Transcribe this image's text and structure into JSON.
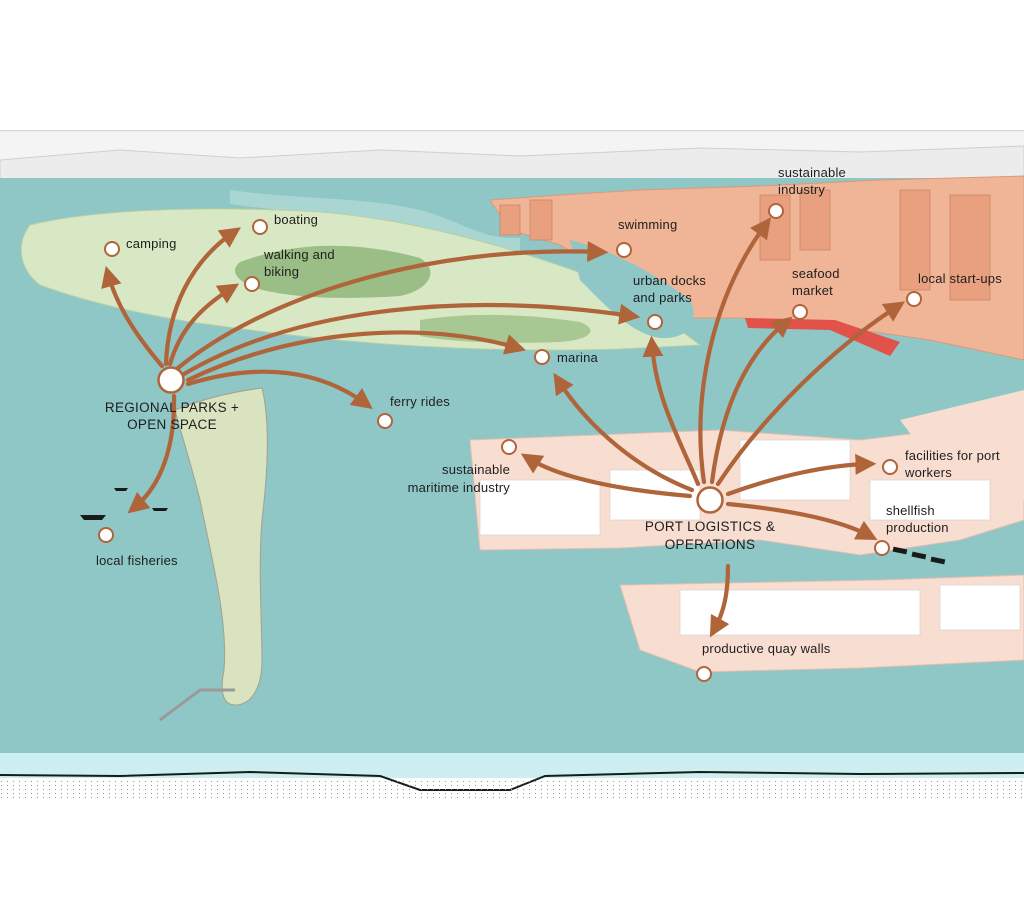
{
  "hubs": {
    "regional_parks": {
      "line1": "REGIONAL PARKS +",
      "line2": "OPEN SPACE"
    },
    "port_logistics": {
      "line1": "PORT LOGISTICS &",
      "line2": "OPERATIONS"
    }
  },
  "labels": {
    "camping": "camping",
    "boating": "boating",
    "walking_1": "walking and",
    "walking_2": "biking",
    "swimming": "swimming",
    "sustainable_industry_1": "sustainable",
    "sustainable_industry_2": "industry",
    "urban_docks_1": "urban docks",
    "urban_docks_2": "and parks",
    "seafood_1": "seafood",
    "seafood_2": "market",
    "local_startups": "local start-ups",
    "marina": "marina",
    "ferry_rides": "ferry rides",
    "maritime_1": "sustainable",
    "maritime_2": "maritime industry",
    "facilities_1": "facilities for port",
    "facilities_2": "workers",
    "shellfish_1": "shellfish",
    "shellfish_2": "production",
    "local_fisheries": "local fisheries",
    "quay_walls": "productive quay walls"
  },
  "colors": {
    "water": "#8fc6c6",
    "water_light": "#a9d6d3",
    "park_green": "#d9e8c4",
    "park_dark": "#7ea76d",
    "city_orange": "#f0b596",
    "port_pink": "#f8ddd1",
    "arrow_brown": "#b0643a",
    "seafood_red": "#e0524a"
  }
}
